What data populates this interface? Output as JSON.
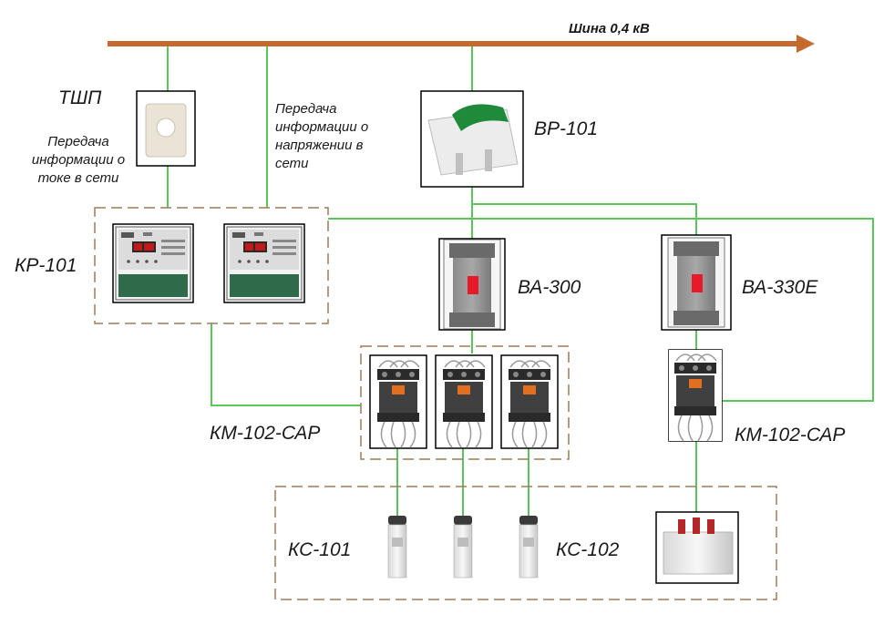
{
  "bus": {
    "label": "Шина 0,4 кВ"
  },
  "labels": {
    "tshp": "ТШП",
    "current_info": [
      "Передача",
      "информации о",
      "токе в сети"
    ],
    "voltage_info": [
      "Передача",
      "информации о",
      "напряжении в",
      "сети"
    ],
    "vr": "ВР-101",
    "kr": "КР-101",
    "va300": "ВА-300",
    "va330e": "ВА-330Е",
    "km_left": "КМ-102-САР",
    "km_right": "КМ-102-САР",
    "ks101": "КС-101",
    "ks102": "КС-102"
  },
  "colors": {
    "bus": "#c46a2c",
    "wire": "#5cc55c",
    "frame": "#a07a5a",
    "box": "#000000",
    "switch_green": "#1f8a3a",
    "breaker_red": "#e81a2a"
  }
}
